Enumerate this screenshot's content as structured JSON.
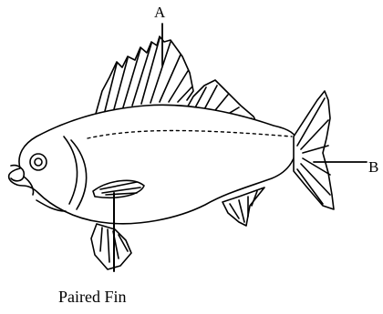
{
  "labels": {
    "a": "A",
    "b": "B",
    "paired_fin": "Paired Fin"
  }
}
